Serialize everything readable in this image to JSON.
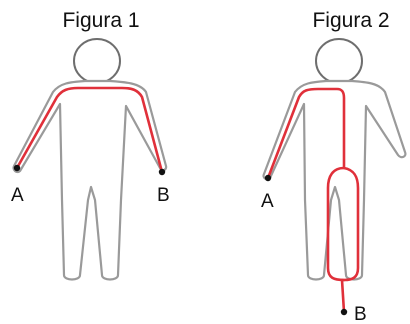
{
  "figures": [
    {
      "title": "Figura 1",
      "point_a": "A",
      "point_b": "B"
    },
    {
      "title": "Figura 2",
      "point_a": "A",
      "point_b": "B"
    }
  ],
  "colors": {
    "current_path": "#e0303a",
    "endpoint": "#111111"
  }
}
